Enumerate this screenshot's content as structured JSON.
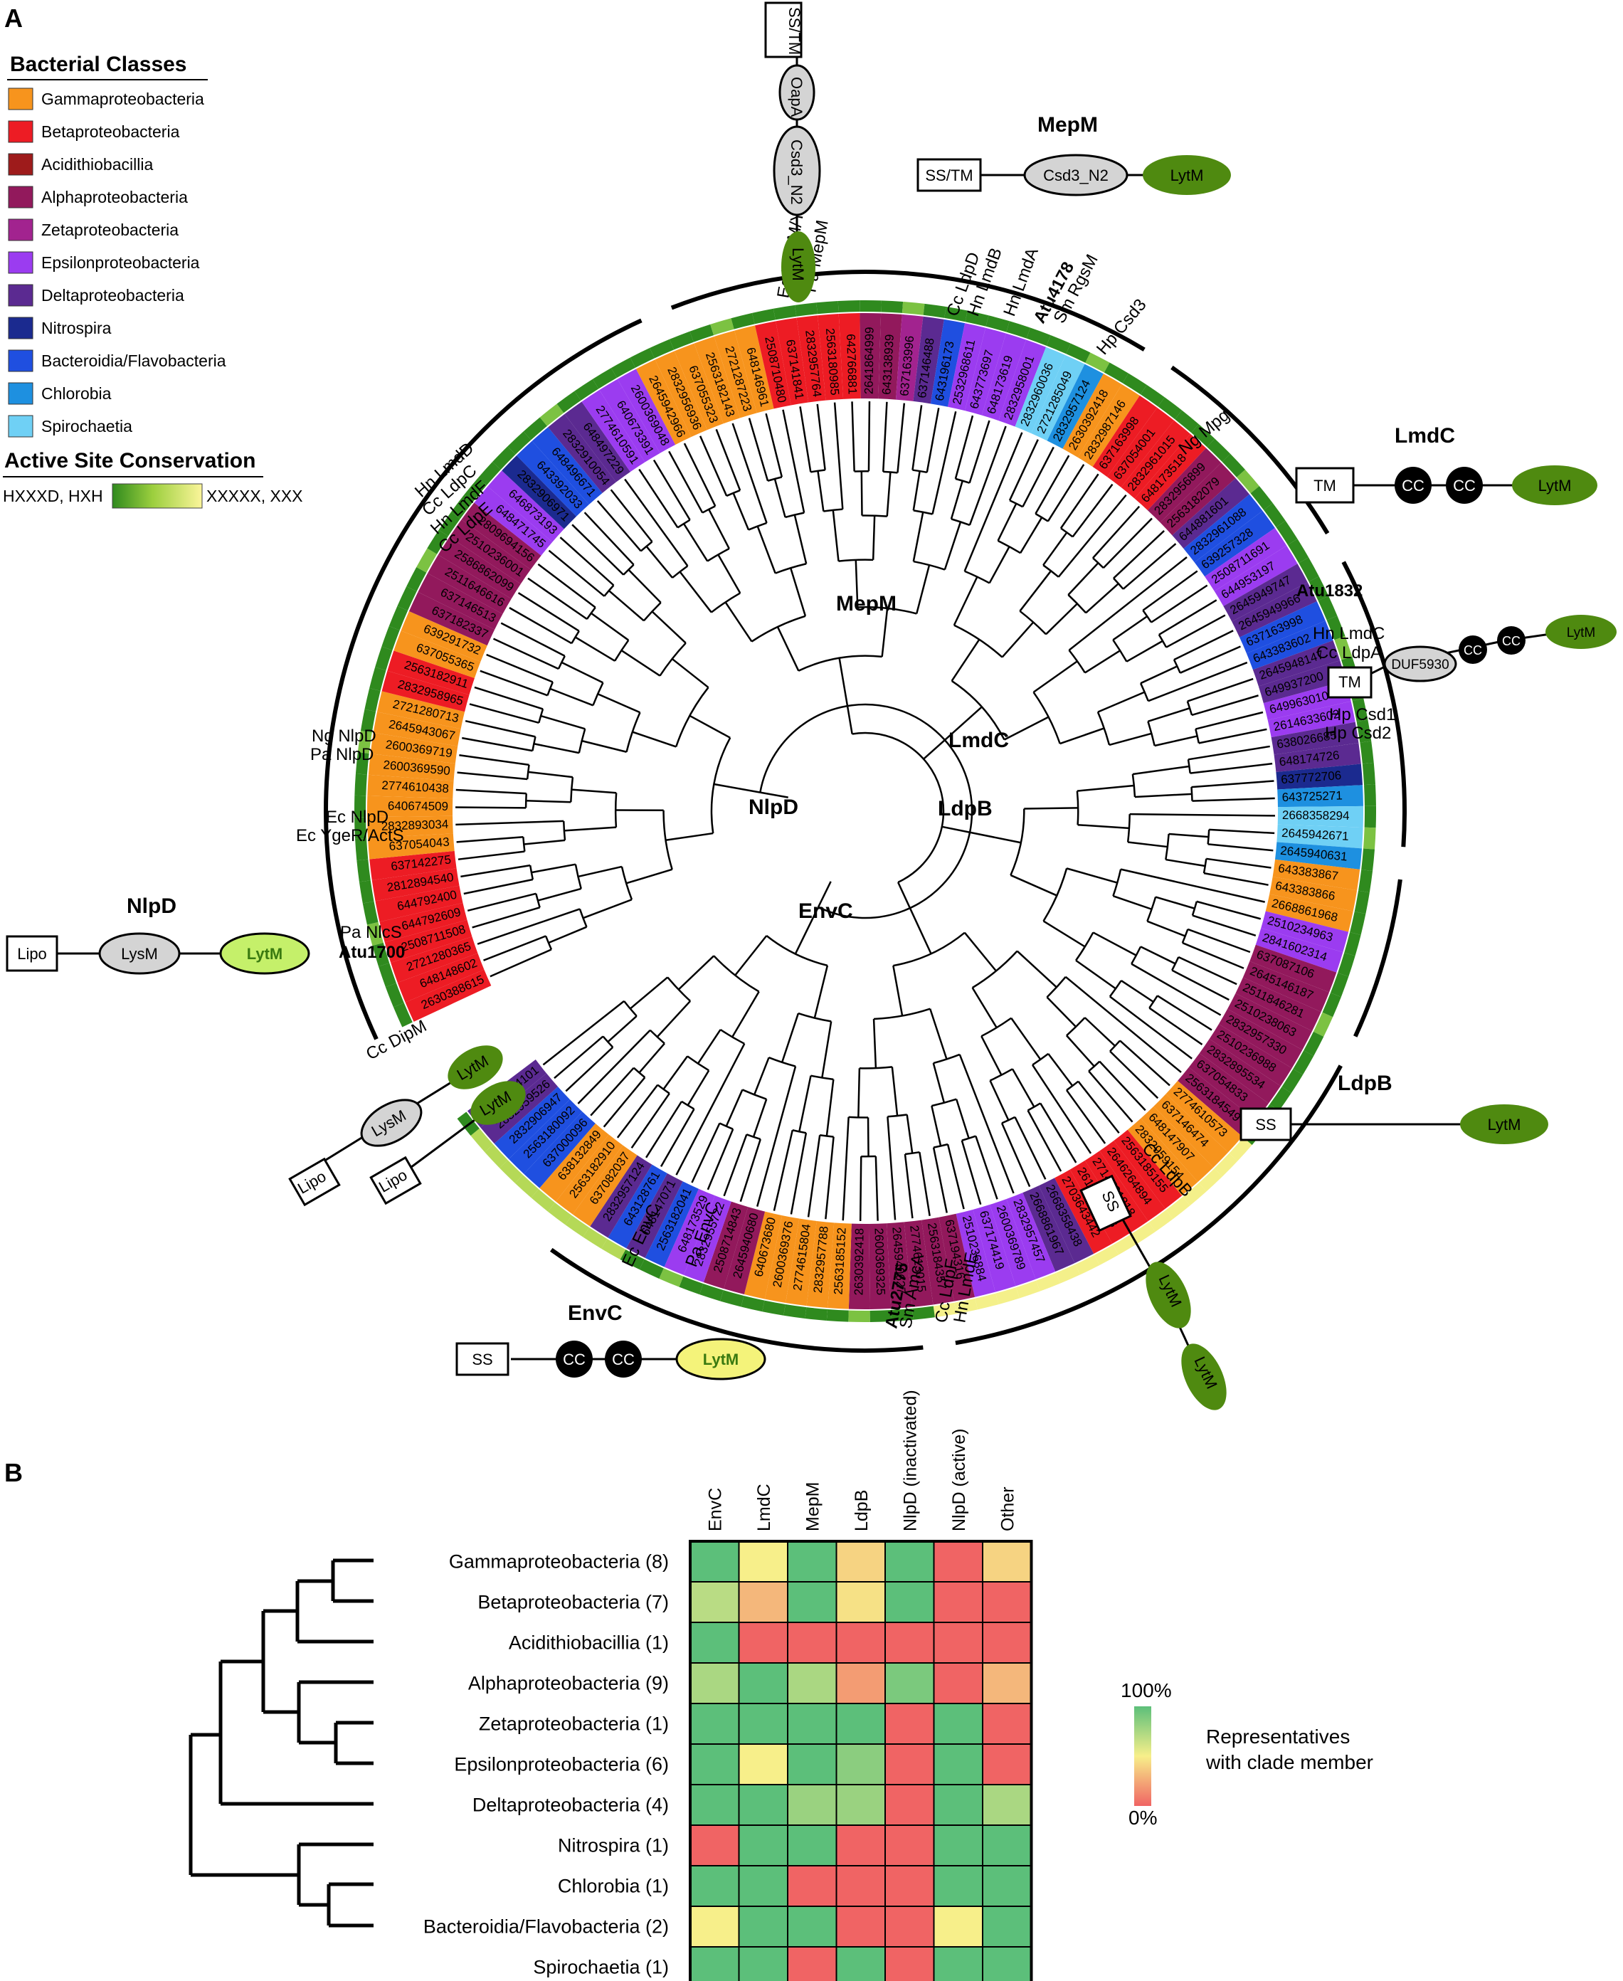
{
  "panel_a": {
    "label": "A",
    "legend_classes_title": "Bacterial Classes",
    "classes": [
      {
        "name": "Gammaproteobacteria",
        "color": "#f7941d"
      },
      {
        "name": "Betaproteobacteria",
        "color": "#ed1c24"
      },
      {
        "name": "Acidithiobacillia",
        "color": "#9e1b1b"
      },
      {
        "name": "Alphaproteobacteria",
        "color": "#92195c"
      },
      {
        "name": "Zetaproteobacteria",
        "color": "#a2238f"
      },
      {
        "name": "Epsilonproteobacteria",
        "color": "#9b3cf0"
      },
      {
        "name": "Deltaproteobacteria",
        "color": "#5b2a91"
      },
      {
        "name": "Nitrospira",
        "color": "#1b2a8f"
      },
      {
        "name": "Bacteroidia/Flavobacteria",
        "color": "#1f4fe0"
      },
      {
        "name": "Chlorobia",
        "color": "#1e90e0"
      },
      {
        "name": "Spirochaetia",
        "color": "#6fd0f5"
      }
    ],
    "active_site_title": "Active Site Conservation",
    "active_site_left": "HXXXD, HXH",
    "active_site_right": "XXXXX, XXX",
    "active_site_colors": [
      "#2f8a1e",
      "#7cc242",
      "#fbf59a"
    ],
    "clades": [
      "MepM",
      "LmdC",
      "LdpB",
      "EnvC",
      "NlpD"
    ],
    "gene_labels": {
      "mepm_left": [
        "Ec MepM/YebA",
        "Pa MepM"
      ],
      "mepm_right": [
        "Cc LdpD",
        "Hn LmdB",
        "Hn LmdA",
        "Atu4178",
        "Sm RgsM",
        "Hp Csd3",
        "Ng Mpg"
      ],
      "lmdd": [
        "Hn LmdD",
        "Cc LdpC",
        "Hn LmdF",
        "Cc LdpE"
      ],
      "lmdc": [
        "Atu1832",
        "Hn LmdC",
        "Cc LdpA",
        "Hp Csd1",
        "Hp Csd2"
      ],
      "nlpd": [
        "Ng NlpD",
        "Pa NlpD",
        "Ec NlpD",
        "Ec YgeR/ActS",
        "Pa NlcS",
        "Atu1700",
        "Cc DipM"
      ],
      "envc": [
        "Ec EnvC",
        "Pa EnvC",
        "Sm AmcA",
        "Atu2775",
        "Hn LmdE",
        "Cc LdpF"
      ],
      "ldpb": [
        "Cc LdpB"
      ]
    },
    "tip_ids": [
      "2630388615",
      "648148602",
      "2721280365",
      "2508711508",
      "644792609",
      "644792400",
      "2812894540",
      "637142275",
      "637054043",
      "2832893034",
      "640674509",
      "2774610438",
      "2600369590",
      "2600369719",
      "2645943067",
      "2721280713",
      "2832958965",
      "2563182911",
      "637055365",
      "639291732",
      "637182337",
      "637146513",
      "2511646616",
      "2586862099",
      "2510236001",
      "2809694156",
      "648471745",
      "646873193",
      "2832906971",
      "643392033",
      "648496671",
      "2832910054",
      "648497229",
      "2774610591",
      "640673391",
      "2600369048",
      "2645942966",
      "2832956936",
      "637055323",
      "2563182143",
      "2721287223",
      "648146961",
      "2508710480",
      "637141841",
      "2832957764",
      "2563180985",
      "642766881",
      "2641864999",
      "643138939",
      "637163996",
      "637146488",
      "643196173",
      "2532968611",
      "643773697",
      "648173619",
      "2832958001",
      "2832960036",
      "2721285049",
      "2832957124",
      "2630392418",
      "2832987146",
      "637163998",
      "637054001",
      "2832961015",
      "648173518",
      "2832956899",
      "2563182079",
      "644881601",
      "2832961088",
      "639257328",
      "2508711691",
      "644953197",
      "2645949747",
      "2645949966",
      "637163998",
      "643383602",
      "2645948147",
      "649937200",
      "649963010",
      "2614633602",
      "638026685",
      "648174726",
      "637772706",
      "643725271",
      "2668358294",
      "2645942671",
      "2645940631",
      "643383867",
      "643383866",
      "2668861968",
      "2510234963",
      "2841602314",
      "637087106",
      "2645146187",
      "2511846281",
      "2510238063",
      "2832957330",
      "2510236988",
      "2832895534",
      "637054833",
      "2563184549",
      "2774610573",
      "637146474",
      "648147907",
      "2832959154",
      "2563185155",
      "2646264894",
      "2714721818",
      "2615296838",
      "2703643442",
      "2668358438",
      "2668861967",
      "2832957457",
      "2600369789",
      "637174419",
      "2510236884",
      "637194316",
      "2563184357",
      "2774613015",
      "2645940627",
      "2600369325",
      "2630392418",
      "2563185152",
      "2832957788",
      "2774615804",
      "2600369376",
      "640673680",
      "2645940680",
      "2508714843",
      "2832955722",
      "648173529",
      "2563182041",
      "648147071",
      "643128761",
      "2832957124",
      "637082037",
      "2563182910",
      "638132849",
      "637000096",
      "2563180092",
      "2832906947",
      "2832959526",
      "648174101"
    ]
  },
  "domains": {
    "mepm": {
      "title": "MepM",
      "boxes": [
        "SS/TM",
        "Csd3_N2",
        "LytM"
      ]
    },
    "mepm_vertical": {
      "boxes": [
        "SS/TM",
        "OapA",
        "Csd3_N2",
        "LytM"
      ]
    },
    "lmdc": {
      "title": "LmdC",
      "boxes": [
        "TM",
        "CC",
        "CC",
        "LytM"
      ]
    },
    "lmdc_alt": {
      "boxes": [
        "TM",
        "DUF5930",
        "CC",
        "CC",
        "LytM"
      ]
    },
    "nlpd": {
      "title": "NlpD",
      "boxes": [
        "Lipo",
        "LysM",
        "LytM"
      ]
    },
    "nlpd_alt1": {
      "boxes": [
        "Lipo",
        "LysM",
        "LytM"
      ]
    },
    "nlpd_alt2": {
      "boxes": [
        "Lipo",
        "LytM"
      ]
    },
    "ldpb": {
      "title": "LdpB",
      "boxes": [
        "SS",
        "LytM"
      ]
    },
    "ldpb_alt": {
      "boxes": [
        "SS",
        "LytM",
        "LytM"
      ]
    },
    "envc": {
      "title": "EnvC",
      "boxes": [
        "SS",
        "CC",
        "CC",
        "LytM"
      ]
    }
  },
  "panel_b": {
    "label": "B",
    "columns": [
      "EnvC",
      "LmdC",
      "MepM",
      "LdpB",
      "NlpD (inactivated)",
      "NlpD (active)",
      "Other"
    ],
    "rows": [
      "Gammaproteobacteria (8)",
      "Betaproteobacteria (7)",
      "Acidithiobacillia (1)",
      "Alphaproteobacteria (9)",
      "Zetaproteobacteria (1)",
      "Epsilonproteobacteria (6)",
      "Deltaproteobacteria (4)",
      "Nitrospira (1)",
      "Chlorobia (1)",
      "Bacteroidia/Flavobacteria (2)",
      "Spirochaetia (1)"
    ],
    "scale_max": "100%",
    "scale_min": "0%",
    "scale_label_1": "Representatives",
    "scale_label_2": "with clade member",
    "scale_colors": [
      "#5cbf7a",
      "#f7ef8a",
      "#f06464"
    ]
  },
  "chart_data": {
    "type": "heatmap",
    "x": [
      "EnvC",
      "LmdC",
      "MepM",
      "LdpB",
      "NlpD (inactivated)",
      "NlpD (active)",
      "Other"
    ],
    "y": [
      "Gammaproteobacteria (8)",
      "Betaproteobacteria (7)",
      "Acidithiobacillia (1)",
      "Alphaproteobacteria (9)",
      "Zetaproteobacteria (1)",
      "Epsilonproteobacteria (6)",
      "Deltaproteobacteria (4)",
      "Nitrospira (1)",
      "Chlorobia (1)",
      "Bacteroidia/Flavobacteria (2)",
      "Spirochaetia (1)"
    ],
    "values": [
      [
        100,
        50,
        100,
        40,
        100,
        0,
        40
      ],
      [
        70,
        30,
        100,
        45,
        100,
        0,
        0
      ],
      [
        100,
        0,
        0,
        0,
        0,
        0,
        0
      ],
      [
        75,
        100,
        75,
        20,
        90,
        0,
        30
      ],
      [
        100,
        100,
        100,
        100,
        0,
        100,
        0
      ],
      [
        100,
        50,
        100,
        85,
        0,
        100,
        0
      ],
      [
        100,
        100,
        80,
        80,
        0,
        100,
        75
      ],
      [
        0,
        100,
        100,
        0,
        0,
        100,
        100
      ],
      [
        100,
        100,
        0,
        0,
        0,
        100,
        100
      ],
      [
        50,
        100,
        100,
        0,
        0,
        50,
        100
      ],
      [
        100,
        100,
        0,
        100,
        0,
        100,
        100
      ]
    ],
    "range": [
      0,
      100
    ],
    "units": "%"
  }
}
